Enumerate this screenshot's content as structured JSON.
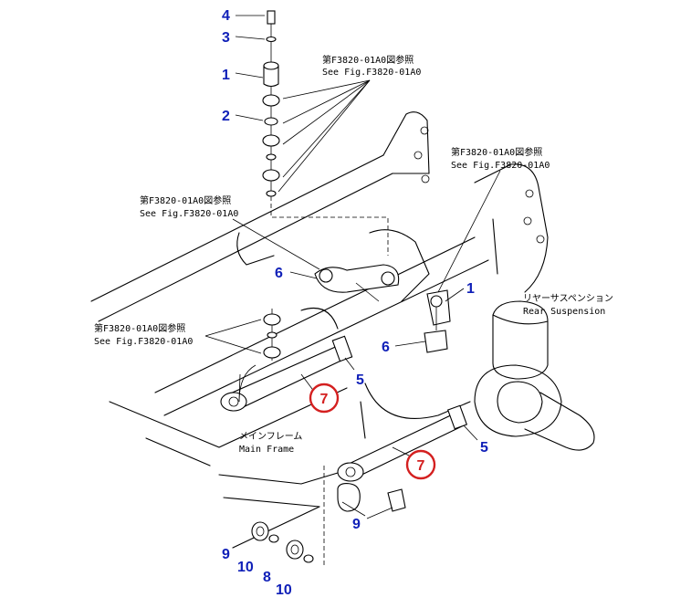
{
  "callouts": [
    {
      "id": "c4",
      "number": "4"
    },
    {
      "id": "c3",
      "number": "3"
    },
    {
      "id": "c1a",
      "number": "1"
    },
    {
      "id": "c2",
      "number": "2"
    },
    {
      "id": "c6a",
      "number": "6"
    },
    {
      "id": "c1b",
      "number": "1"
    },
    {
      "id": "c6b",
      "number": "6"
    },
    {
      "id": "c5a",
      "number": "5"
    },
    {
      "id": "c5b",
      "number": "5"
    },
    {
      "id": "c9a",
      "number": "9"
    },
    {
      "id": "c9b",
      "number": "9"
    },
    {
      "id": "c10a",
      "number": "10"
    },
    {
      "id": "c8",
      "number": "8"
    },
    {
      "id": "c10b",
      "number": "10"
    }
  ],
  "highlighted_callouts": [
    {
      "id": "c7a",
      "number": "7"
    },
    {
      "id": "c7b",
      "number": "7"
    }
  ],
  "notes": {
    "ref_top_jp": "第F3820-01A0図参照",
    "ref_top_en": "See Fig.F3820-01A0",
    "ref_right_jp": "第F3820-01A0図参照",
    "ref_right_en": "See Fig.F3820-01A0",
    "ref_mid_jp": "第F3820-01A0図参照",
    "ref_mid_en": "See Fig.F3820-01A0",
    "ref_left_jp": "第F3820-01A0図参照",
    "ref_left_en": "See Fig.F3820-01A0",
    "rear_susp_jp": "リヤーサスペンション",
    "rear_susp_en": "Rear Suspension",
    "main_frame_jp": "メインフレーム",
    "main_frame_en": "Main Frame"
  },
  "colors": {
    "callout_blue": "#1020b8",
    "highlight_red": "#d42020"
  }
}
